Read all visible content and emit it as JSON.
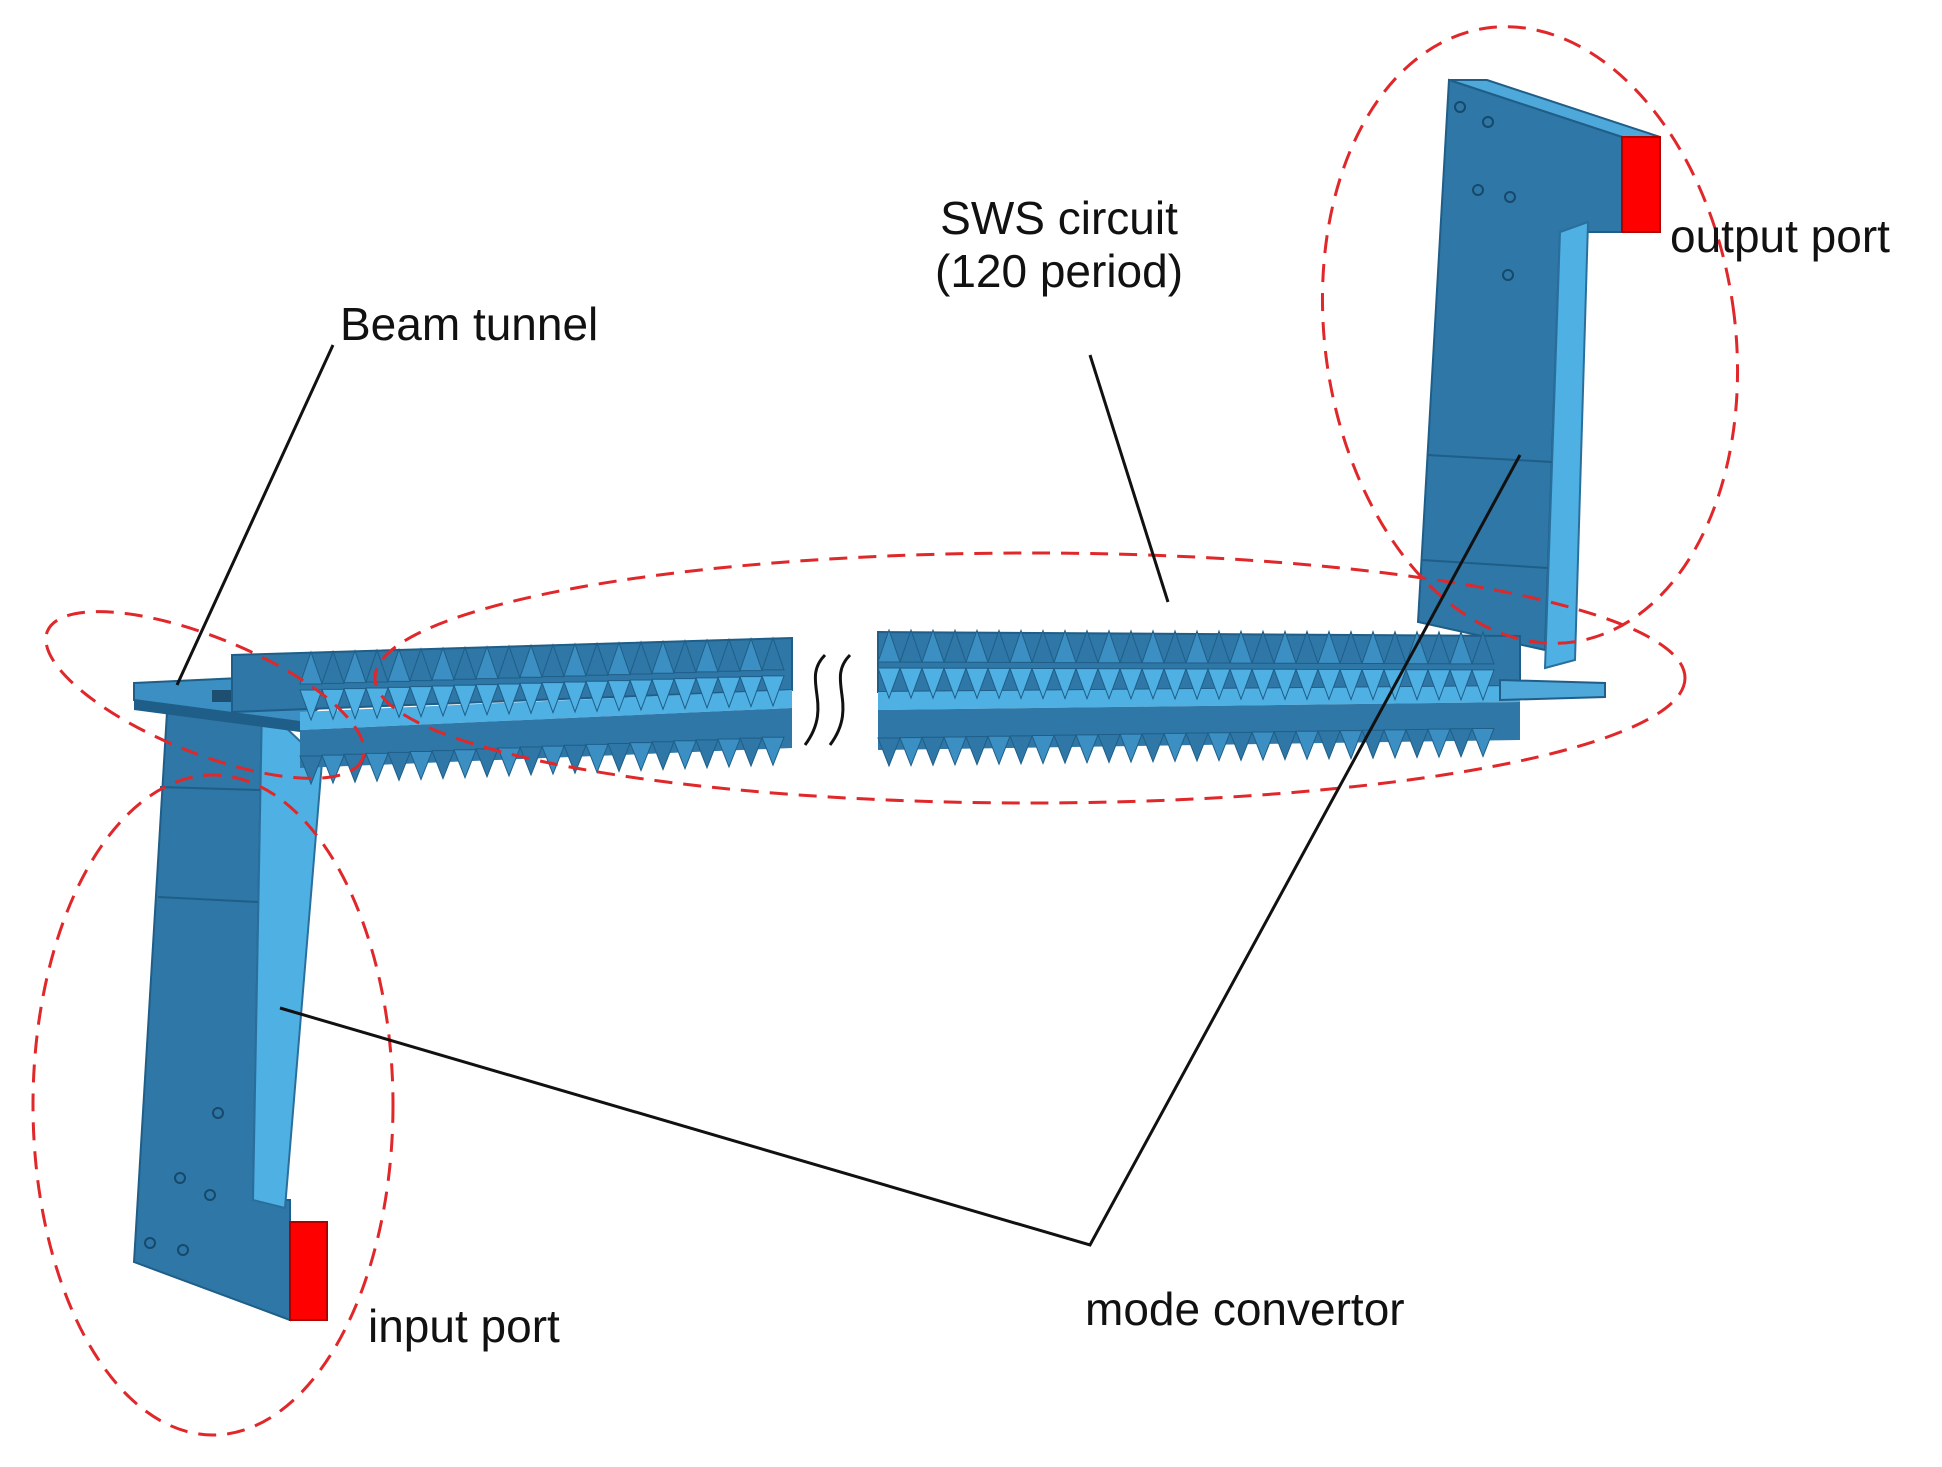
{
  "labels": {
    "beam_tunnel": "Beam tunnel",
    "sws_circuit_line1": "SWS circuit",
    "sws_circuit_line2": "(120 period)",
    "output_port": "output port",
    "input_port": "input port",
    "mode_convertor": "mode convertor"
  },
  "colors": {
    "body": "#2e77a6",
    "body_light": "#4fb0e4",
    "body_mid": "#3b8fc2",
    "body_dark": "#1f5e88",
    "port": "#ff0000",
    "highlight_ring": "#e0272a",
    "leader_line": "#111111"
  }
}
